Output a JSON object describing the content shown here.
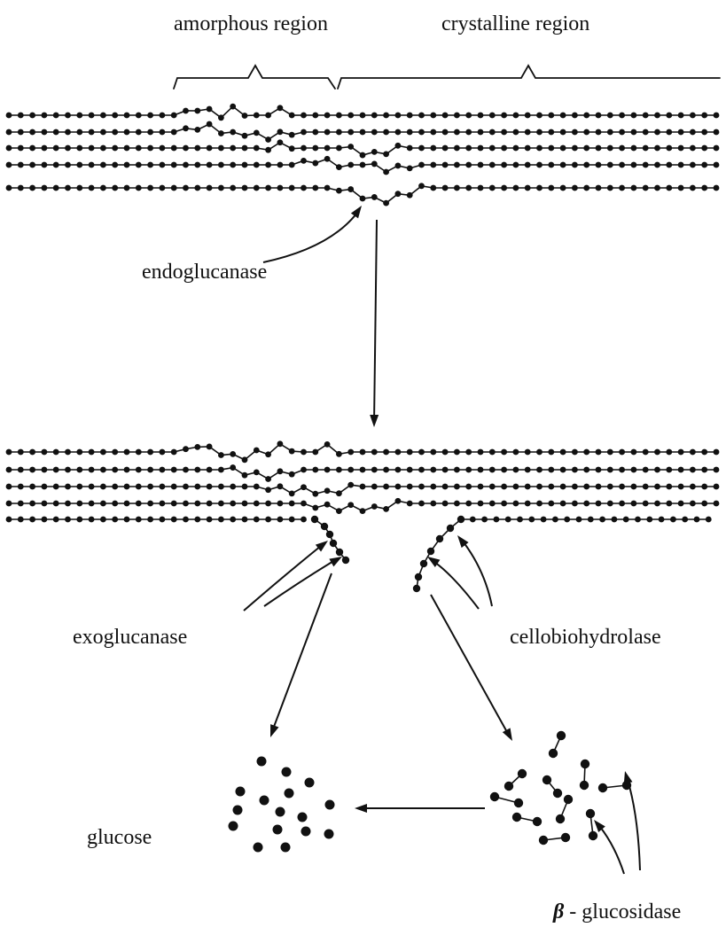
{
  "labels": {
    "amorphous_region": "amorphous region",
    "crystalline_region": "crystalline region",
    "endoglucanase": "endoglucanase",
    "exoglucanase": "exoglucanase",
    "cellobiohydrolase": "cellobiohydrolase",
    "glucose": "glucose",
    "beta_symbol": "β",
    "beta_glucosidase": " - glucosidase"
  },
  "colors": {
    "ink": "#111111",
    "background": "#ffffff"
  },
  "diagram": {
    "stages": [
      "intact cellulose fibril",
      "endoglucanase-cut fibril",
      "products"
    ],
    "chains_per_fibril": 5
  }
}
